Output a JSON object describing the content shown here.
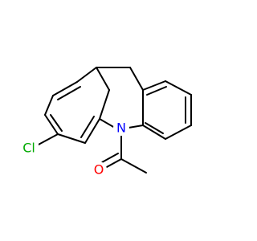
{
  "molecule": {
    "atoms": [
      {
        "id": "N",
        "label": "N",
        "color": "#0000ff"
      },
      {
        "id": "O",
        "label": "O",
        "color": "#ff0000"
      },
      {
        "id": "Cl",
        "label": "Cl",
        "color": "#00aa00"
      }
    ]
  }
}
